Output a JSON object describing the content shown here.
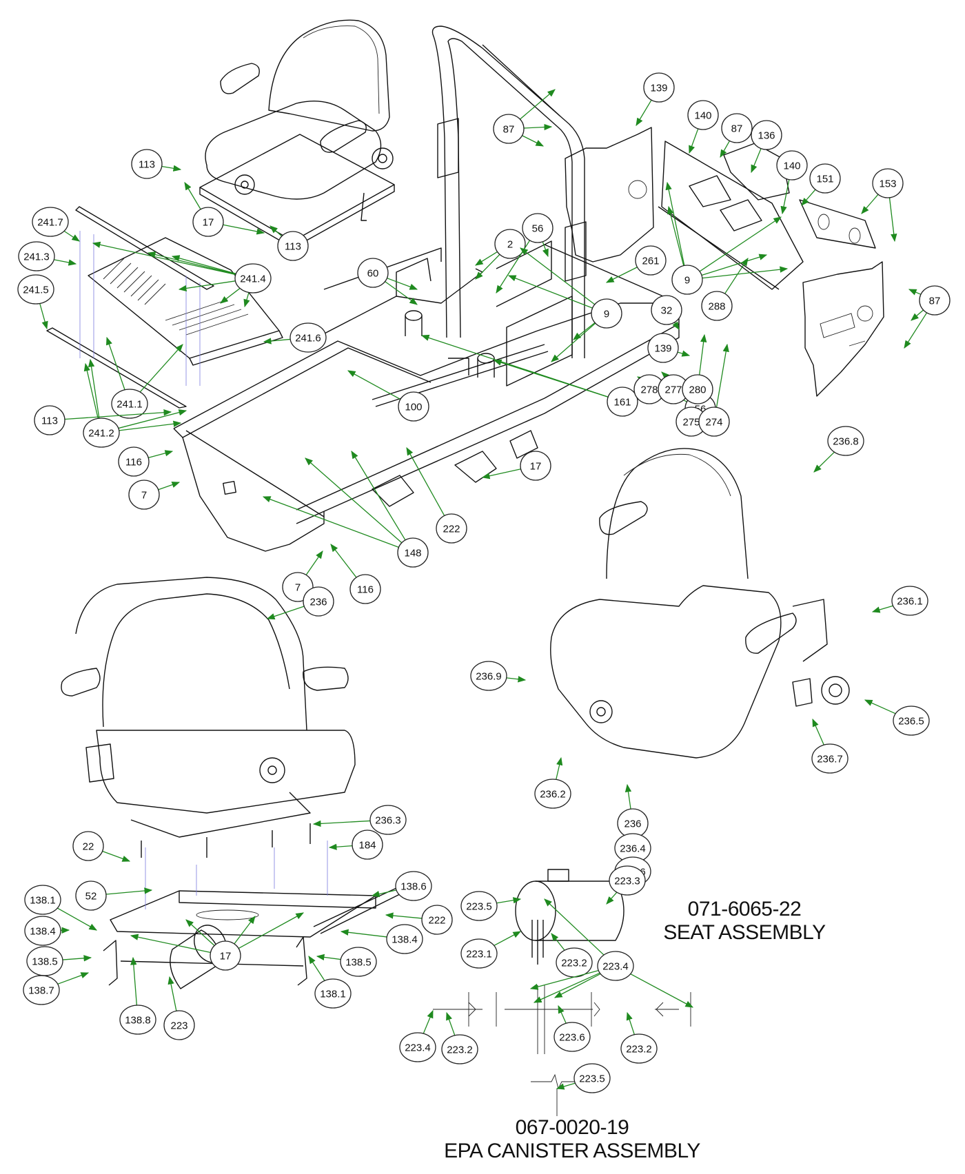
{
  "diagram": {
    "type": "exploded-parts-diagram",
    "subject": "Mower frame, ROPS, seat and EPA canister assembly",
    "colors": {
      "leader": "#1f8a1f",
      "outline": "#111111",
      "hidden_line": "#7a7ae0",
      "background": "#ffffff"
    }
  },
  "assemblies": {
    "seat": {
      "part_number": "071-6065-22",
      "name": "SEAT ASSEMBLY"
    },
    "epa_canister": {
      "part_number": "067-0020-19",
      "name": "EPA CANISTER ASSEMBLY"
    }
  },
  "callouts": {
    "top_seat": [
      "113",
      "17",
      "113"
    ],
    "seat_plate": [
      "241.7",
      "241.3",
      "241.5",
      "241.4",
      "241.6",
      "241.1",
      "113",
      "241.2"
    ],
    "frame": [
      "116",
      "7",
      "7",
      "116",
      "60",
      "2",
      "56",
      "9",
      "32",
      "261",
      "161",
      "100",
      "17",
      "222",
      "148",
      "56"
    ],
    "rops": [
      "87",
      "139"
    ],
    "panels": [
      "140",
      "87",
      "136",
      "140",
      "151",
      "153",
      "9",
      "288",
      "87",
      "139",
      "278",
      "277",
      "280",
      "275",
      "274"
    ],
    "seat_right": [
      "236.8",
      "236.1",
      "236.9",
      "236.5",
      "236.7",
      "236.2",
      "236",
      "236.4",
      "236.6"
    ],
    "seat_bottom": [
      "236",
      "236.3",
      "184",
      "22",
      "52",
      "138.6",
      "138.1",
      "222",
      "138.4",
      "138.4",
      "17",
      "138.5",
      "138.5",
      "138.7",
      "138.1",
      "138.8",
      "223"
    ],
    "canister": [
      "223.3",
      "223.5",
      "223.1",
      "223.2",
      "223.4",
      "223.4",
      "223.2",
      "223.6",
      "223.2",
      "223.5"
    ]
  }
}
